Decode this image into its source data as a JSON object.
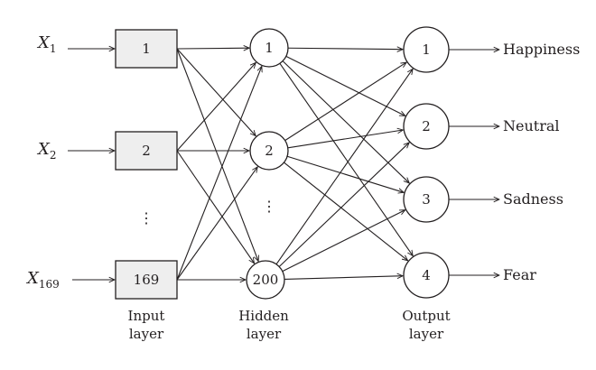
{
  "inputs": [
    {
      "var": "X",
      "sub": "1"
    },
    {
      "var": "X",
      "sub": "2"
    },
    {
      "var": "X",
      "sub": "169"
    }
  ],
  "input_nodes": [
    "1",
    "2",
    "169"
  ],
  "hidden_nodes": [
    "1",
    "2",
    "200"
  ],
  "output_nodes": [
    "1",
    "2",
    "3",
    "4"
  ],
  "outputs": [
    "Happiness",
    "Neutral",
    "Sadness",
    "Fear"
  ],
  "ellipsis": "⋮",
  "captions": {
    "input": [
      "Input",
      "layer"
    ],
    "hidden": [
      "Hidden",
      "layer"
    ],
    "output": [
      "Output",
      "layer"
    ]
  },
  "colors": {
    "line": "#231f20",
    "box_fill": "#eeeeee",
    "node_fill": "#ffffff"
  }
}
